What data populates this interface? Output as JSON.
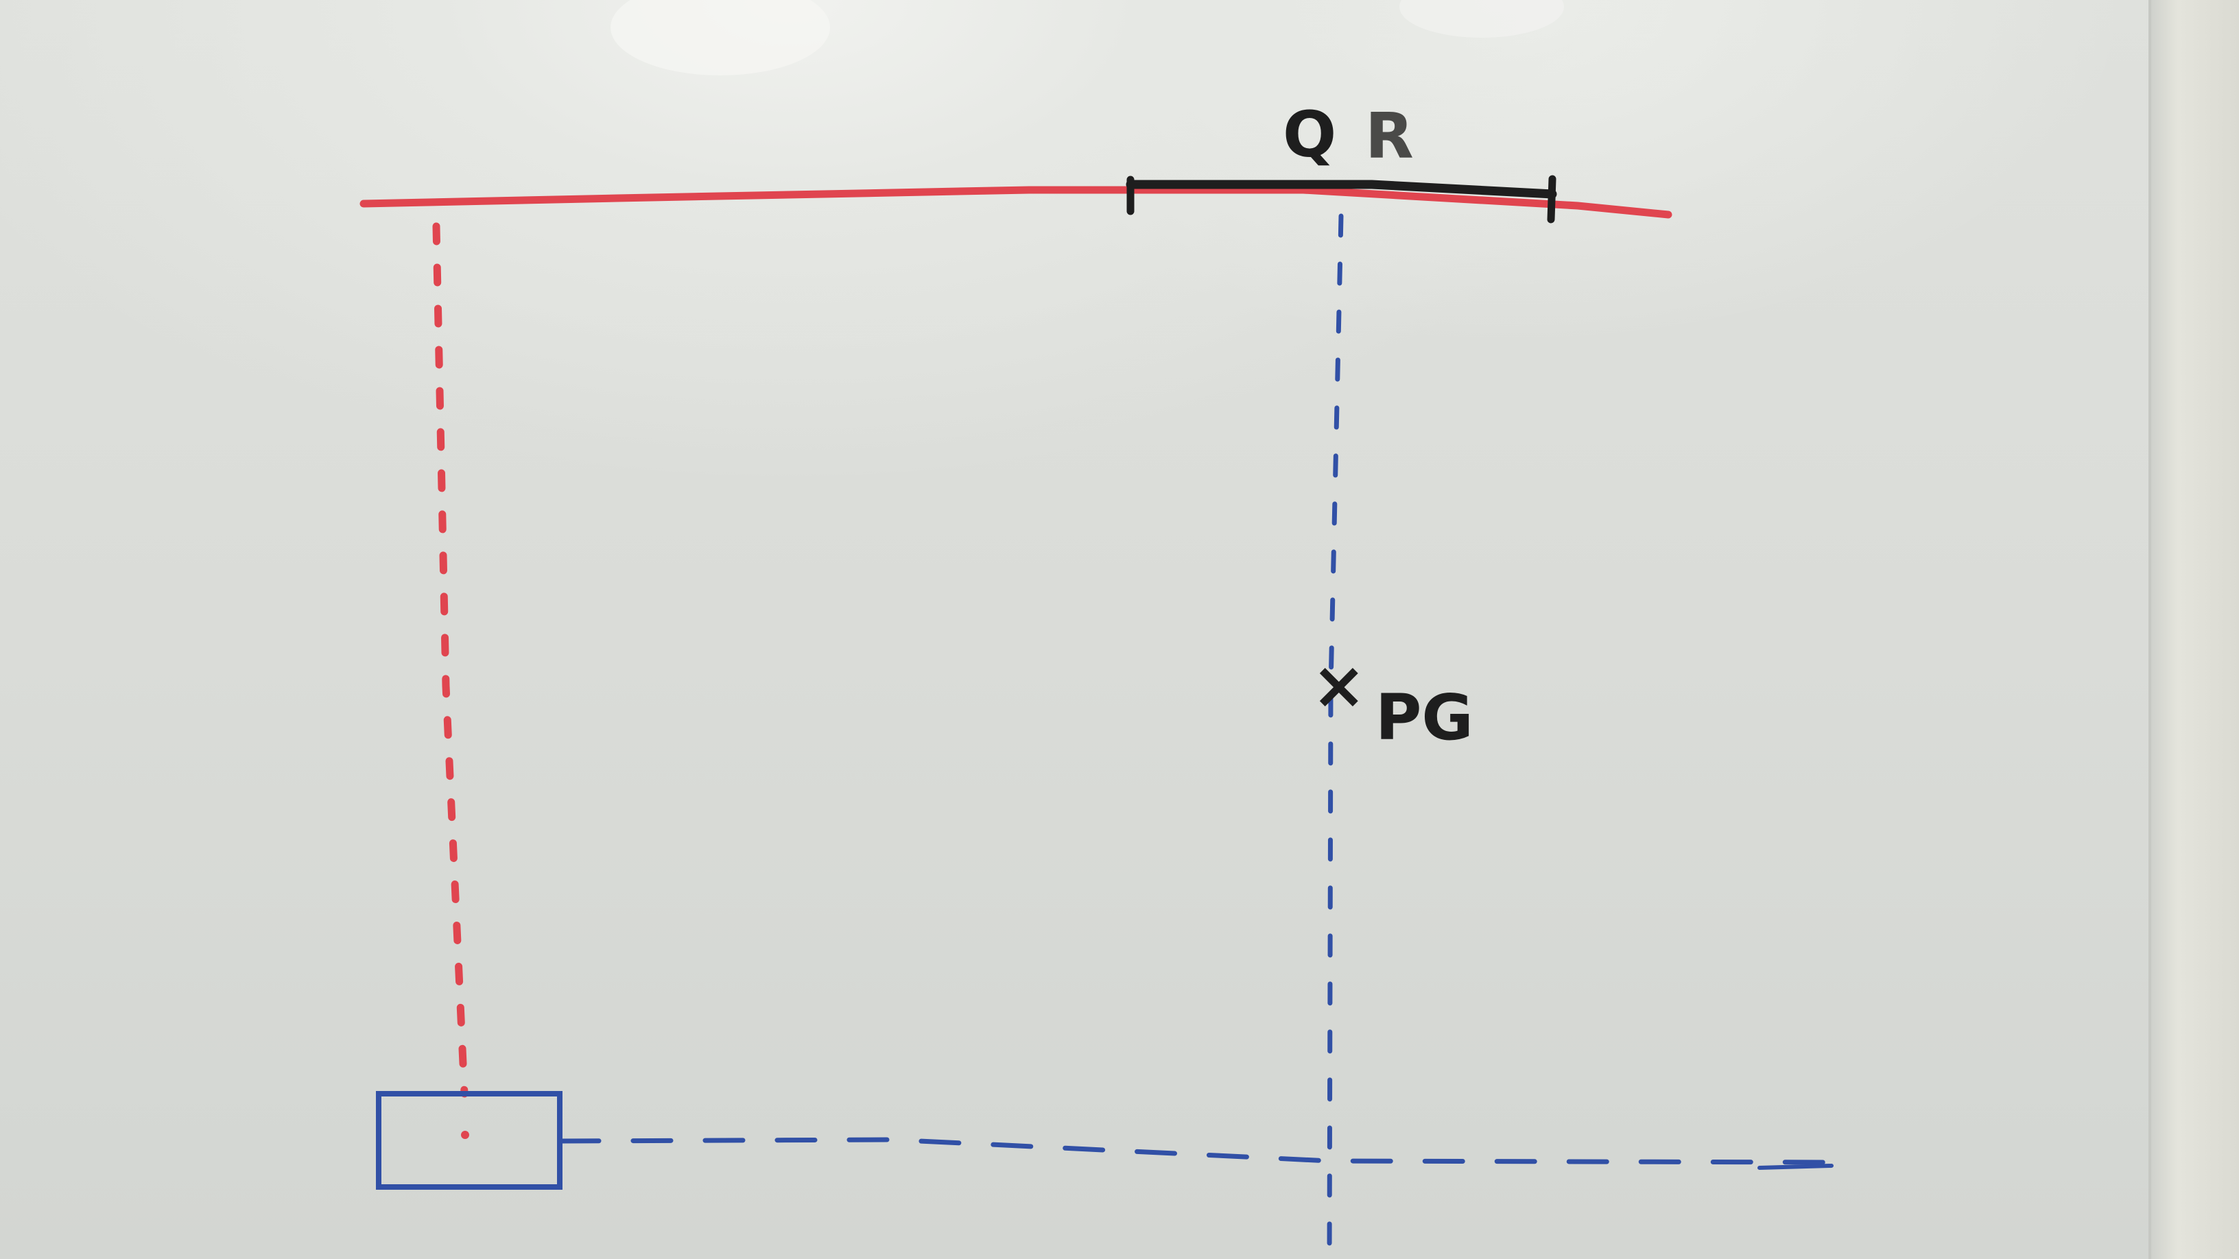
{
  "labels": {
    "segment_label_q": "Q",
    "segment_label_r": "R",
    "point_label": "PG",
    "point_marker": "×"
  },
  "colors": {
    "red_marker": "#e0454f",
    "blue_marker": "#3150a6",
    "black_marker": "#1e1e1e",
    "board": "#dfe1dd"
  }
}
